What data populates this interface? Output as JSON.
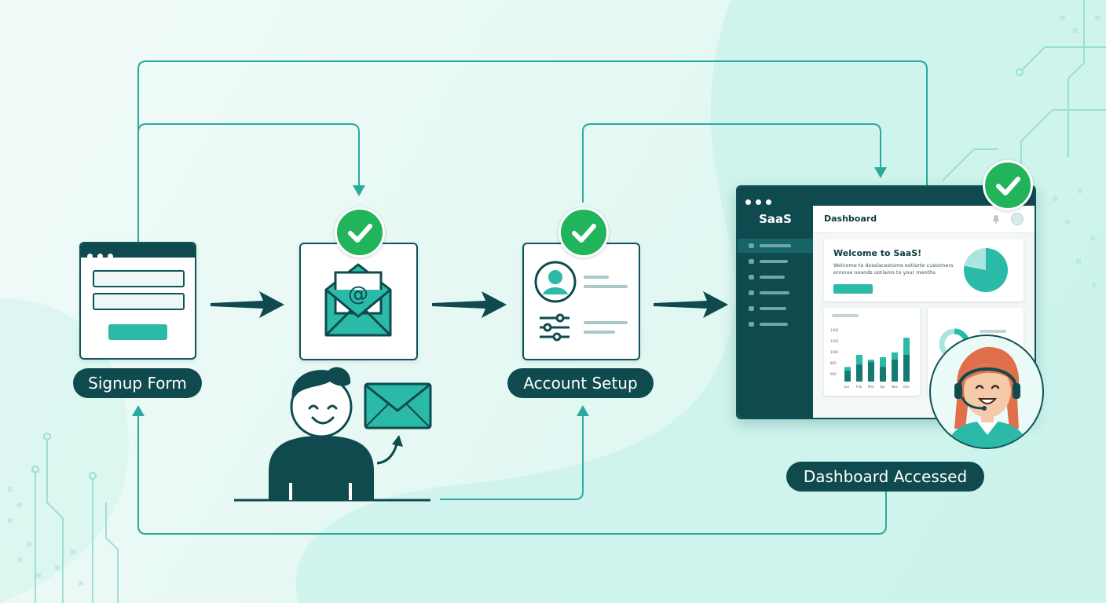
{
  "steps": [
    {
      "label": "Signup Form"
    },
    {
      "label": "Account Setup"
    },
    {
      "label": "Dashboard Accessed"
    }
  ],
  "email_card": {
    "symbol": "@"
  },
  "dashboard": {
    "brand": "SaaS",
    "title": "Dashboard",
    "welcome_title": "Welcome to SaaS!",
    "welcome_text": "Welcome to dosslacestome eotlarte customers ennnue oxands ootlams to your menths.",
    "chart": {
      "y_ticks": [
        "1400",
        "1200",
        "1000",
        "800",
        "600"
      ],
      "x_ticks": [
        "Jan",
        "Feb",
        "Mar",
        "Apr",
        "Nov",
        "Dec"
      ],
      "values_light": [
        0.3,
        0.55,
        0.45,
        0.5,
        0.6,
        0.9
      ],
      "values_dark": [
        0.22,
        0.35,
        0.4,
        0.3,
        0.45,
        0.55
      ]
    },
    "pie_fraction": 0.78
  },
  "colors": {
    "primary_dark": "#0e4a4e",
    "teal": "#2bb9a8",
    "success": "#22b45a",
    "connector": "#2aaa9e"
  },
  "icons": [
    "browser-window-icon",
    "email-at-icon",
    "user-profile-icon",
    "settings-sliders-icon",
    "check-icon",
    "headset-agent-icon",
    "envelope-icon",
    "bell-icon"
  ]
}
